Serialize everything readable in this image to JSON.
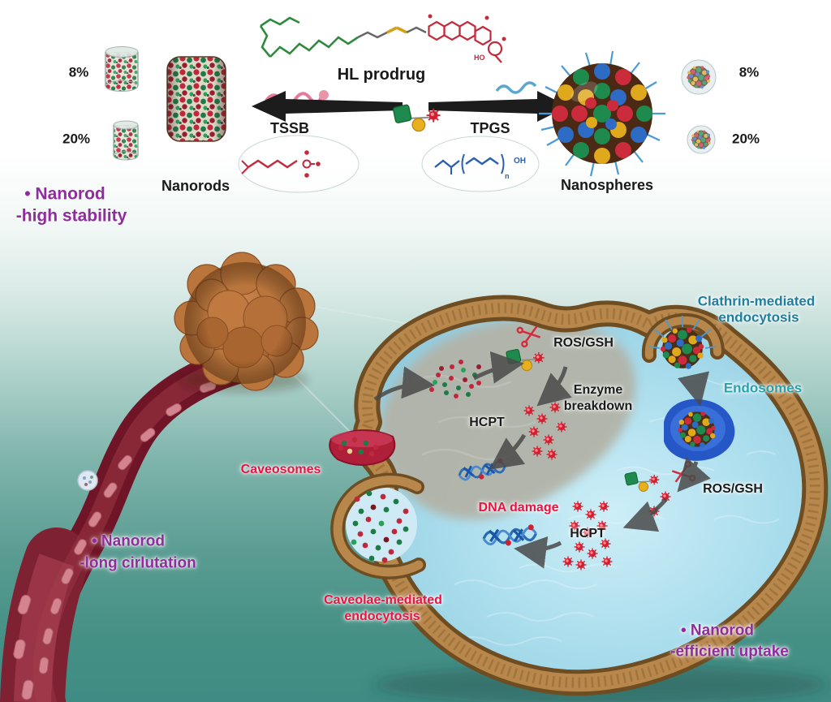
{
  "colors": {
    "background_teal": "#3f8c84",
    "purple_accent": "#8e2d9b",
    "red_accent": "#e81342",
    "teal_label": "#1d7e9e",
    "cell_membrane_brown": "#b8874b",
    "cell_interior_blue": "#a8dcec",
    "vessel_red": "#701527"
  },
  "top": {
    "hl_prodrug": "HL prodrug",
    "tssb": "TSSB",
    "tpgs": "TPGS",
    "nanorods": "Nanorods",
    "nanospheres": "Nanospheres",
    "pct8_left": "8%",
    "pct20_left": "20%",
    "pct8_right": "8%",
    "pct20_right": "20%",
    "note_stability_line1": "• Nanorod",
    "note_stability_line2": "-high stability"
  },
  "chem": {
    "hl_ho": "HO",
    "tpgs_oh": "OH",
    "tpgs_n": "n"
  },
  "cell": {
    "clathrin_line1": "Clathrin-mediated",
    "clathrin_line2": "endocytosis",
    "endosomes": "Endosomes",
    "ros_gsh_top": "ROS/GSH",
    "ros_gsh_right": "ROS/GSH",
    "enzyme_line1": "Enzyme",
    "enzyme_line2": "breakdown",
    "hcpt_upper": "HCPT",
    "hcpt_lower": "HCPT",
    "caveosomes": "Caveosomes",
    "dna_damage": "DNA damage",
    "caveolae_line1": "Caveolae-mediated",
    "caveolae_line2": "endocytosis"
  },
  "notes": {
    "circulation_line1": "• Nanorod",
    "circulation_line2": "-long cirlutation",
    "uptake_line1": "• Nanorod",
    "uptake_line2": "-efficient uptake"
  }
}
